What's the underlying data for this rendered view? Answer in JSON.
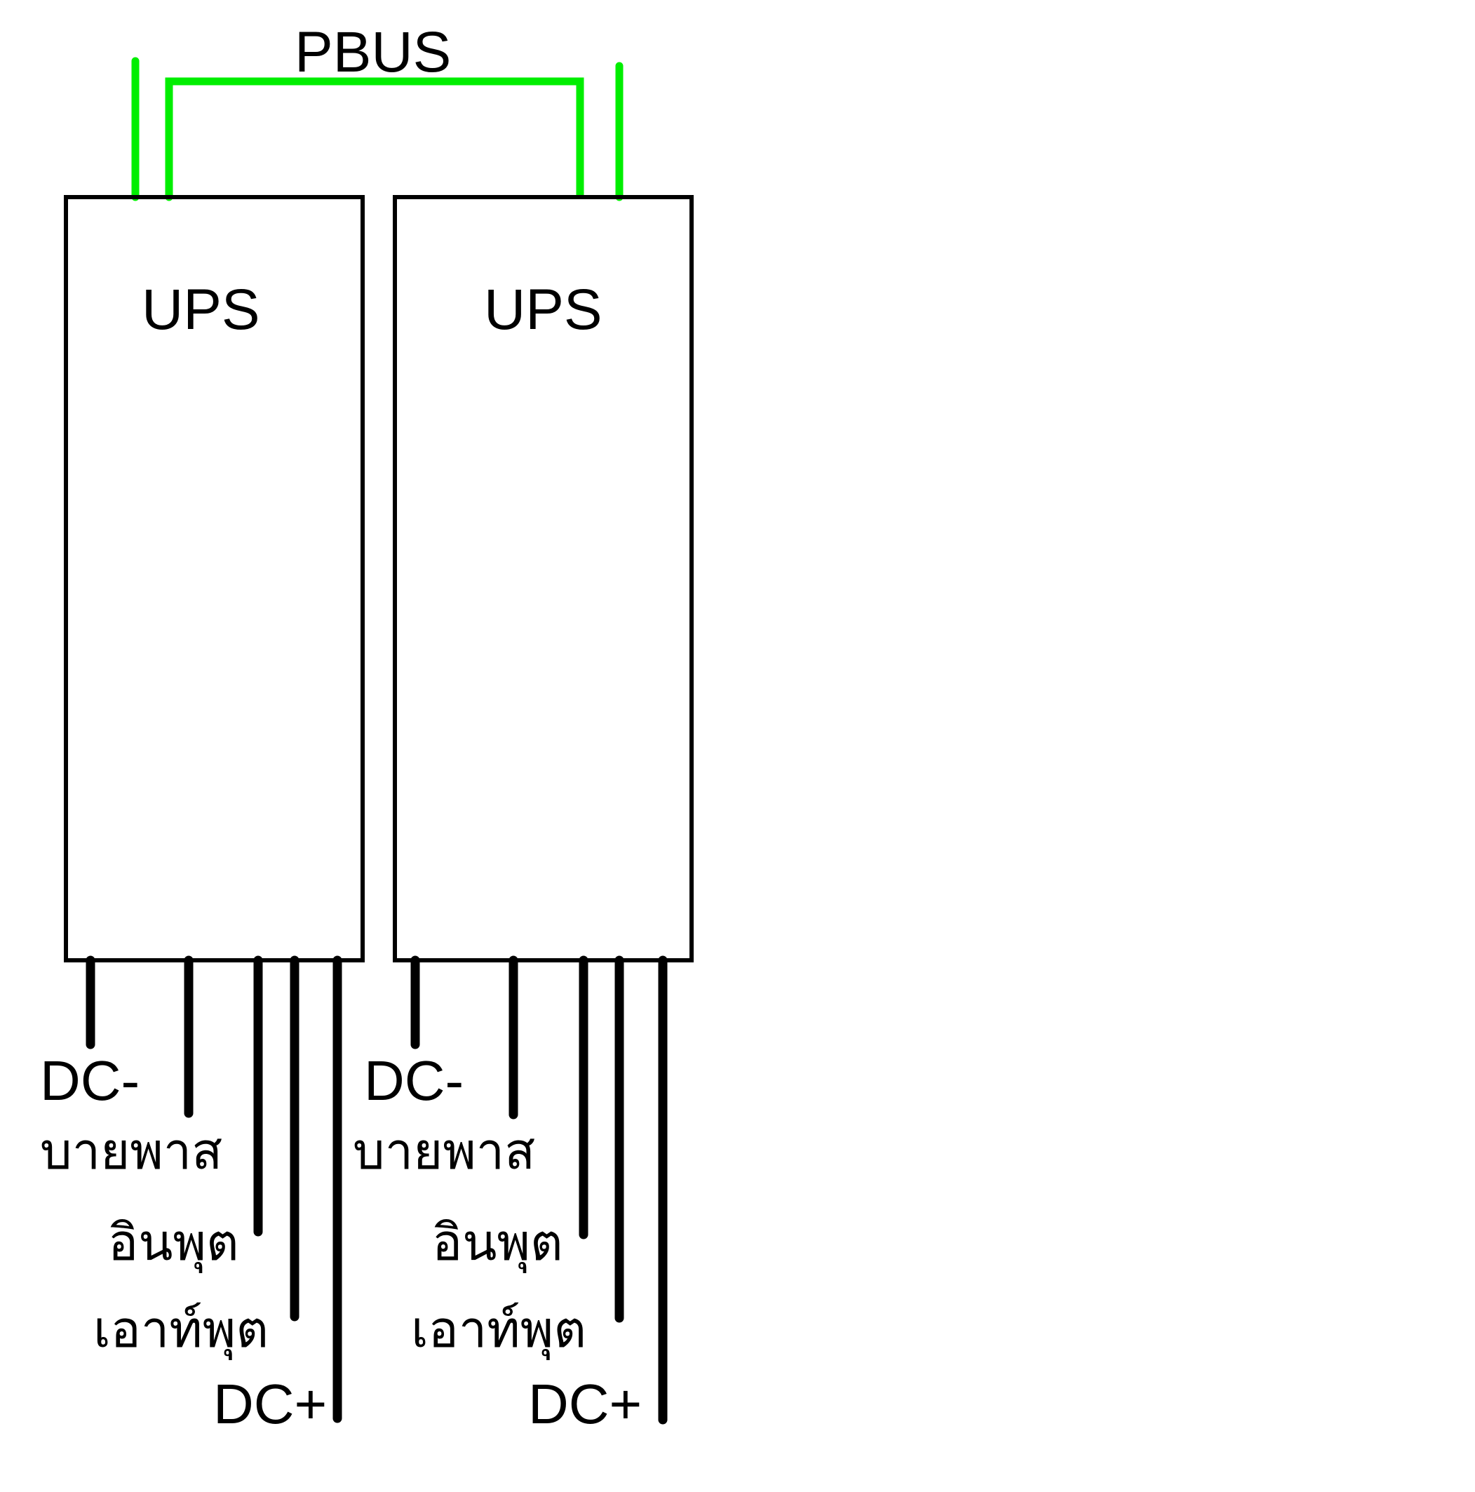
{
  "colors": {
    "bus": "#00ee00",
    "line": "#000000",
    "background": "#ffffff"
  },
  "bus": {
    "label": "PBUS"
  },
  "units": [
    {
      "label": "UPS",
      "terminals": {
        "dc_minus": "DC-",
        "bypass": "บายพาส",
        "input": "อินพุต",
        "output": "เอาท์พุต",
        "dc_plus": "DC+"
      }
    },
    {
      "label": "UPS",
      "terminals": {
        "dc_minus": "DC-",
        "bypass": "บายพาส",
        "input": "อินพุต",
        "output": "เอาท์พุต",
        "dc_plus": "DC+"
      }
    }
  ]
}
